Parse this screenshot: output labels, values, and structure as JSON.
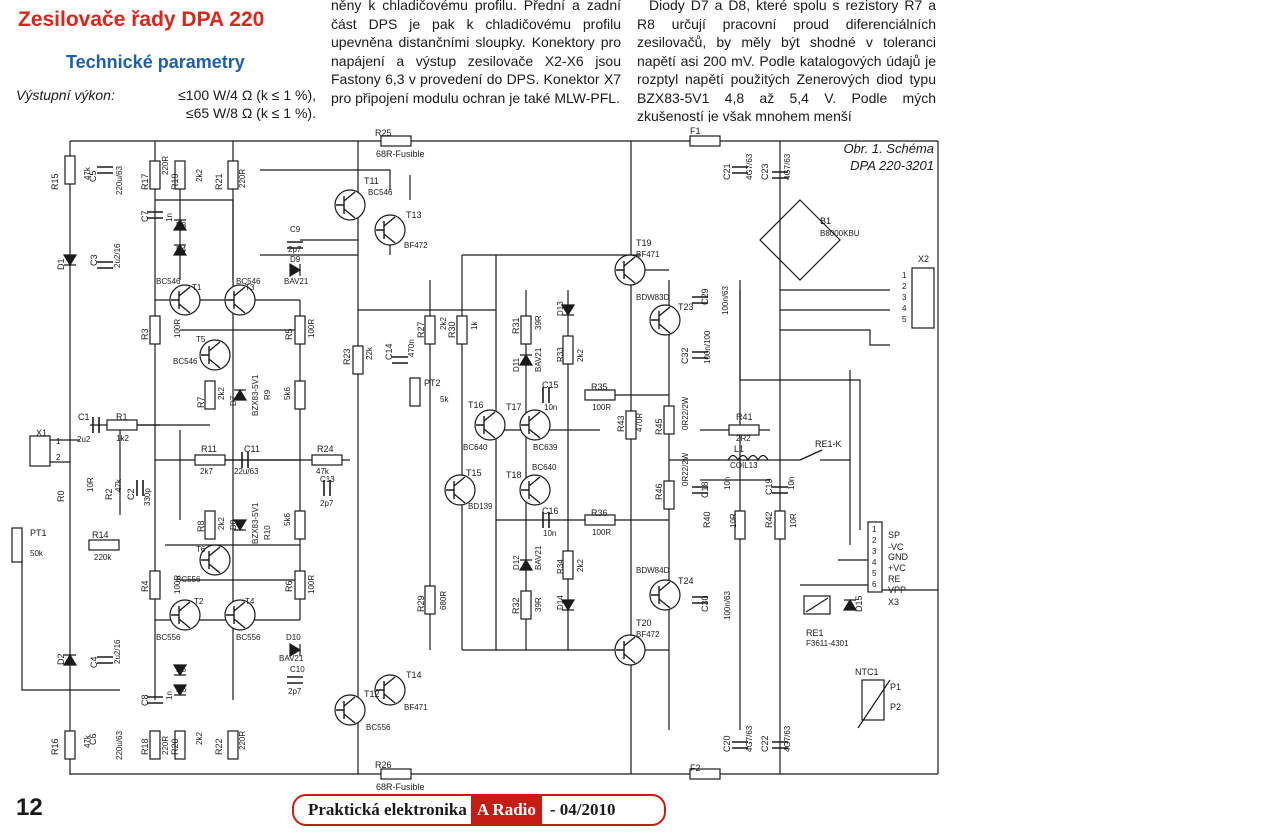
{
  "title": "Zesilovače řady DPA 220",
  "subtitle": "Technické parametry",
  "specs": {
    "label": "Výstupní výkon:",
    "value1": "≤100 W/4 Ω (k ≤ 1 %),",
    "value2": "≤65 W/8 Ω (k ≤ 1 %)."
  },
  "column2": "něny k chladičovému profilu. Přední a zadní část DPS je pak k chladičovému profilu upevněna distančními sloupky. Konektory pro napájení a výstup zesilovače X2-X6 jsou Fastony 6,3 v provedení do DPS. Konektor X7 pro připojení modulu ochran je také MLW-PFL.",
  "column3": "Diody D7 a D8, které spolu s rezistory R7 a R8 určují pracovní proud diferenciálních zesilovačů, by měly být shodné v toleranci napětí asi 200 mV. Podle katalogových údajů je rozptyl napětí použitých Zenerových diod typu BZX83-5V1 4,8 až 5,4 V. Podle mých zkušeností je však mnohem menší",
  "caption": {
    "line1": "Obr. 1. Schéma",
    "line2": "DPA 220-3201"
  },
  "page_number": "12",
  "footer": {
    "magazine": "Praktická elektronika",
    "brand": "A Radio",
    "issue": "- 04/2010"
  },
  "schematic_labels": [
    {
      "id": "R25",
      "text": "R25"
    },
    {
      "id": "R25v",
      "text": "68R-Fusible"
    },
    {
      "id": "R26",
      "text": "R26"
    },
    {
      "id": "R26v",
      "text": "68R-Fusible"
    },
    {
      "id": "F1",
      "text": "F1"
    },
    {
      "id": "F2",
      "text": "F2"
    },
    {
      "id": "R15",
      "text": "R15"
    },
    {
      "id": "R15v",
      "text": "47k"
    },
    {
      "id": "C5",
      "text": "C5"
    },
    {
      "id": "C5v",
      "text": "220u/63"
    },
    {
      "id": "R17",
      "text": "R17"
    },
    {
      "id": "R19",
      "text": "R19"
    },
    {
      "id": "R19v",
      "text": "220R"
    },
    {
      "id": "R17v",
      "text": "2k2"
    },
    {
      "id": "R21",
      "text": "R21"
    },
    {
      "id": "R21v",
      "text": "220R"
    },
    {
      "id": "C7",
      "text": "C7"
    },
    {
      "id": "C7v",
      "text": "1n"
    },
    {
      "id": "D3",
      "text": "D3"
    },
    {
      "id": "D4",
      "text": "D4"
    },
    {
      "id": "D1",
      "text": "D1"
    },
    {
      "id": "C3",
      "text": "C3"
    },
    {
      "id": "C3v",
      "text": "2u2/16"
    },
    {
      "id": "T11",
      "text": "T11"
    },
    {
      "id": "T11t",
      "text": "BC546"
    },
    {
      "id": "T13",
      "text": "T13"
    },
    {
      "id": "T13t",
      "text": "BF472"
    },
    {
      "id": "C9",
      "text": "C9"
    },
    {
      "id": "C9v",
      "text": "2p7"
    },
    {
      "id": "D9",
      "text": "D9"
    },
    {
      "id": "D9t",
      "text": "BAV21"
    },
    {
      "id": "T1t",
      "text": "BC546"
    },
    {
      "id": "T1",
      "text": "T1"
    },
    {
      "id": "T3",
      "text": "T3"
    },
    {
      "id": "T3t",
      "text": "BC546"
    },
    {
      "id": "R3",
      "text": "R3"
    },
    {
      "id": "R3v",
      "text": "100R"
    },
    {
      "id": "R5",
      "text": "R5"
    },
    {
      "id": "R5v",
      "text": "100R"
    },
    {
      "id": "T5",
      "text": "T5"
    },
    {
      "id": "T5t",
      "text": "BC546"
    },
    {
      "id": "R7",
      "text": "R7"
    },
    {
      "id": "R7v",
      "text": "2k2"
    },
    {
      "id": "D7",
      "text": "D7"
    },
    {
      "id": "D7t",
      "text": "BZX83-5V1"
    },
    {
      "id": "R9",
      "text": "R9"
    },
    {
      "id": "R9v",
      "text": "5k6"
    },
    {
      "id": "X1",
      "text": "X1"
    },
    {
      "id": "C1",
      "text": "C1"
    },
    {
      "id": "C1v",
      "text": "2u2"
    },
    {
      "id": "R1",
      "text": "R1"
    },
    {
      "id": "R1v",
      "text": "1k2"
    },
    {
      "id": "R11",
      "text": "R11"
    },
    {
      "id": "R11v",
      "text": "2k7"
    },
    {
      "id": "C11",
      "text": "C11"
    },
    {
      "id": "C11v",
      "text": "22u/63"
    },
    {
      "id": "R24",
      "text": "R24"
    },
    {
      "id": "R24v",
      "text": "47k"
    },
    {
      "id": "C13",
      "text": "C13"
    },
    {
      "id": "C13v",
      "text": "2p7"
    },
    {
      "id": "R0",
      "text": "R0"
    },
    {
      "id": "R0v",
      "text": "10R"
    },
    {
      "id": "R2",
      "text": "R2"
    },
    {
      "id": "R2v",
      "text": "47k"
    },
    {
      "id": "C2",
      "text": "C2"
    },
    {
      "id": "C2v",
      "text": "330p"
    },
    {
      "id": "PT1",
      "text": "PT1"
    },
    {
      "id": "PT1v",
      "text": "50k"
    },
    {
      "id": "R14",
      "text": "R14"
    },
    {
      "id": "R14v",
      "text": "220k"
    },
    {
      "id": "R8",
      "text": "R8"
    },
    {
      "id": "R8v",
      "text": "2k2"
    },
    {
      "id": "D8",
      "text": "D8"
    },
    {
      "id": "D8t",
      "text": "BZX83-5V1"
    },
    {
      "id": "R10",
      "text": "R10"
    },
    {
      "id": "R10v",
      "text": "5k6"
    },
    {
      "id": "T6",
      "text": "T6"
    },
    {
      "id": "T6t",
      "text": "BC556"
    },
    {
      "id": "R4",
      "text": "R4"
    },
    {
      "id": "R4v",
      "text": "100R"
    },
    {
      "id": "R6",
      "text": "R6"
    },
    {
      "id": "R6v",
      "text": "100R"
    },
    {
      "id": "T2",
      "text": "T2"
    },
    {
      "id": "T4",
      "text": "T4"
    },
    {
      "id": "T2t",
      "text": "BC556"
    },
    {
      "id": "T4t",
      "text": "BC556"
    },
    {
      "id": "D10",
      "text": "D10"
    },
    {
      "id": "D10t",
      "text": "BAV21"
    },
    {
      "id": "C10",
      "text": "C10"
    },
    {
      "id": "C10v",
      "text": "2p7"
    },
    {
      "id": "D2",
      "text": "D2"
    },
    {
      "id": "C4",
      "text": "C4"
    },
    {
      "id": "C4v",
      "text": "2u2/16"
    },
    {
      "id": "D5",
      "text": "D5"
    },
    {
      "id": "D6",
      "text": "D6"
    },
    {
      "id": "C8",
      "text": "C8"
    },
    {
      "id": "C8v",
      "text": "1n"
    },
    {
      "id": "T12",
      "text": "T12"
    },
    {
      "id": "T12t",
      "text": "BC556"
    },
    {
      "id": "T14",
      "text": "T14"
    },
    {
      "id": "T14t",
      "text": "BF471"
    },
    {
      "id": "R16",
      "text": "R16"
    },
    {
      "id": "R16v",
      "text": "47k"
    },
    {
      "id": "C6",
      "text": "C6"
    },
    {
      "id": "C6v",
      "text": "220u/63"
    },
    {
      "id": "R18",
      "text": "R18"
    },
    {
      "id": "R20",
      "text": "R20"
    },
    {
      "id": "R20v",
      "text": "220R"
    },
    {
      "id": "R18v",
      "text": "2k2"
    },
    {
      "id": "R22",
      "text": "R22"
    },
    {
      "id": "R22v",
      "text": "220R"
    },
    {
      "id": "R23",
      "text": "R23"
    },
    {
      "id": "R23v",
      "text": "22k"
    },
    {
      "id": "C14",
      "text": "C14"
    },
    {
      "id": "C14v",
      "text": "470n"
    },
    {
      "id": "R27",
      "text": "R27"
    },
    {
      "id": "R27v",
      "text": "2k2"
    },
    {
      "id": "R30",
      "text": "R30"
    },
    {
      "id": "R30v",
      "text": "1k"
    },
    {
      "id": "PT2",
      "text": "PT2"
    },
    {
      "id": "PT2v",
      "text": "5k"
    },
    {
      "id": "R29",
      "text": "R29"
    },
    {
      "id": "R29v",
      "text": "680R"
    },
    {
      "id": "T16",
      "text": "T16"
    },
    {
      "id": "T16t",
      "text": "BC640"
    },
    {
      "id": "T17",
      "text": "T17"
    },
    {
      "id": "T17t",
      "text": "BC639"
    },
    {
      "id": "T15",
      "text": "T15"
    },
    {
      "id": "T15t",
      "text": "BD139"
    },
    {
      "id": "T18",
      "text": "T18"
    },
    {
      "id": "T18t",
      "text": "BC640"
    },
    {
      "id": "R31",
      "text": "R31"
    },
    {
      "id": "R31v",
      "text": "39R"
    },
    {
      "id": "D13",
      "text": "D13"
    },
    {
      "id": "D11",
      "text": "D11"
    },
    {
      "id": "D11t",
      "text": "BAV21"
    },
    {
      "id": "R33",
      "text": "R33"
    },
    {
      "id": "R33v",
      "text": "2k2"
    },
    {
      "id": "C15",
      "text": "C15"
    },
    {
      "id": "C15v",
      "text": "10n"
    },
    {
      "id": "R35",
      "text": "R35"
    },
    {
      "id": "R35v",
      "text": "100R"
    },
    {
      "id": "C16",
      "text": "C16"
    },
    {
      "id": "C16v",
      "text": "10n"
    },
    {
      "id": "R36",
      "text": "R36"
    },
    {
      "id": "R36v",
      "text": "100R"
    },
    {
      "id": "D12",
      "text": "D12"
    },
    {
      "id": "D12t",
      "text": "BAV21"
    },
    {
      "id": "R34",
      "text": "R34"
    },
    {
      "id": "R34v",
      "text": "2k2"
    },
    {
      "id": "R32",
      "text": "R32"
    },
    {
      "id": "R32v",
      "text": "39R"
    },
    {
      "id": "D14",
      "text": "D14"
    },
    {
      "id": "T19",
      "text": "T19"
    },
    {
      "id": "T19t",
      "text": "BF471"
    },
    {
      "id": "T20",
      "text": "T20"
    },
    {
      "id": "T20t",
      "text": "BF472"
    },
    {
      "id": "T23",
      "text": "T23"
    },
    {
      "id": "T23t",
      "text": "BDW83D"
    },
    {
      "id": "T24",
      "text": "T24"
    },
    {
      "id": "T24t",
      "text": "BDW84D"
    },
    {
      "id": "R43",
      "text": "R43"
    },
    {
      "id": "R43v",
      "text": "470R"
    },
    {
      "id": "R45",
      "text": "R45"
    },
    {
      "id": "R45v",
      "text": "0R22/2W"
    },
    {
      "id": "R46",
      "text": "R46"
    },
    {
      "id": "R46v",
      "text": "0R22/2W"
    },
    {
      "id": "C29",
      "text": "C29"
    },
    {
      "id": "C29v",
      "text": "100n/63"
    },
    {
      "id": "C32",
      "text": "C32"
    },
    {
      "id": "C32v",
      "text": "100n/100"
    },
    {
      "id": "C30",
      "text": "C30"
    },
    {
      "id": "C30v",
      "text": "100n/63"
    },
    {
      "id": "R41",
      "text": "R41"
    },
    {
      "id": "R41v",
      "text": "2R2"
    },
    {
      "id": "L1",
      "text": "L1"
    },
    {
      "id": "L1v",
      "text": "COIL13"
    },
    {
      "id": "C18",
      "text": "C18"
    },
    {
      "id": "C18v",
      "text": "10n"
    },
    {
      "id": "C19",
      "text": "C19"
    },
    {
      "id": "C19v",
      "text": "10n"
    },
    {
      "id": "R40",
      "text": "R40"
    },
    {
      "id": "R40v",
      "text": "10R"
    },
    {
      "id": "R42",
      "text": "R42"
    },
    {
      "id": "R42v",
      "text": "10R"
    },
    {
      "id": "RE1K",
      "text": "RE1-K"
    },
    {
      "id": "C21",
      "text": "C21"
    },
    {
      "id": "C21v",
      "text": "4G7/63"
    },
    {
      "id": "C23",
      "text": "C23"
    },
    {
      "id": "C23v",
      "text": "4G7/63"
    },
    {
      "id": "C20",
      "text": "C20"
    },
    {
      "id": "C20v",
      "text": "4G7/63"
    },
    {
      "id": "C22",
      "text": "C22"
    },
    {
      "id": "C22v",
      "text": "4G7/63"
    },
    {
      "id": "B1",
      "text": "B1"
    },
    {
      "id": "B1t",
      "text": "B8000KBU"
    },
    {
      "id": "X2",
      "text": "X2"
    },
    {
      "id": "X3",
      "text": "X3"
    },
    {
      "id": "SP",
      "text": "SP"
    },
    {
      "id": "mVC",
      "text": "-VC"
    },
    {
      "id": "GND",
      "text": "GND"
    },
    {
      "id": "pVC",
      "text": "+VC"
    },
    {
      "id": "RE",
      "text": "RE"
    },
    {
      "id": "VPP",
      "text": "VPP"
    },
    {
      "id": "RE1",
      "text": "RE1"
    },
    {
      "id": "RE1t",
      "text": "F3611-4301"
    },
    {
      "id": "D15",
      "text": "D15"
    },
    {
      "id": "NTC1",
      "text": "NTC1"
    },
    {
      "id": "P1",
      "text": "P1"
    },
    {
      "id": "P2",
      "text": "P2"
    },
    {
      "id": "n1",
      "text": "1"
    },
    {
      "id": "n2",
      "text": "2"
    },
    {
      "id": "x2p1",
      "text": "1"
    },
    {
      "id": "x2p2",
      "text": "2"
    },
    {
      "id": "x2p3",
      "text": "3"
    },
    {
      "id": "x2p4",
      "text": "4"
    },
    {
      "id": "x2p5",
      "text": "5"
    },
    {
      "id": "x3p1",
      "text": "1"
    },
    {
      "id": "x3p2",
      "text": "2"
    },
    {
      "id": "x3p3",
      "text": "3"
    },
    {
      "id": "x3p4",
      "text": "4"
    },
    {
      "id": "x3p5",
      "text": "5"
    },
    {
      "id": "x3p6",
      "text": "6"
    }
  ]
}
